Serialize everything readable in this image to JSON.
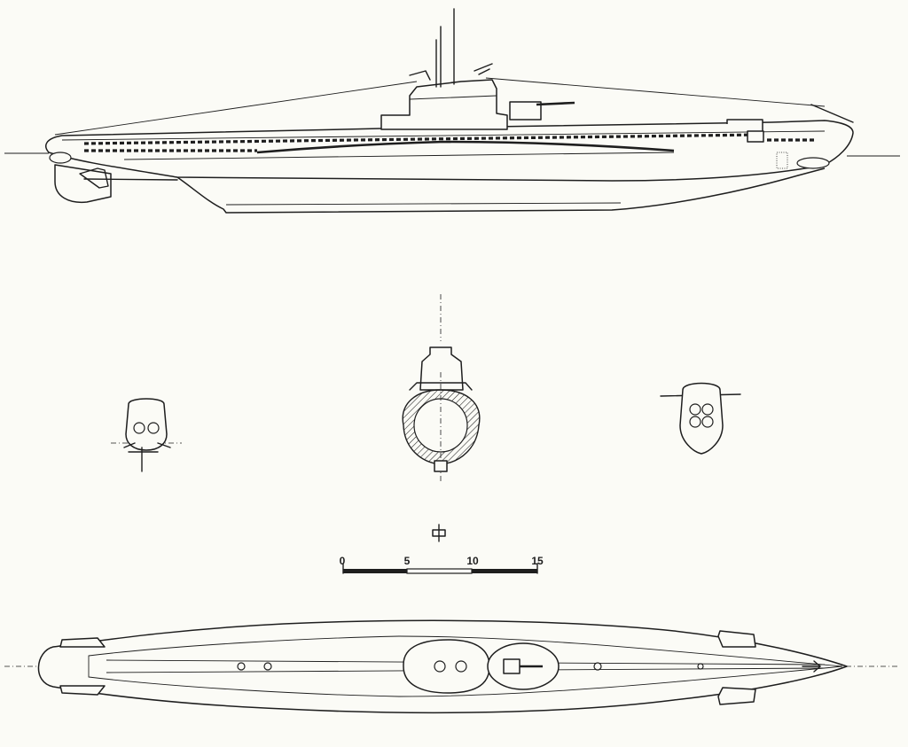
{
  "scale_bar": {
    "ticks": [
      "0",
      "5",
      "10",
      "15"
    ]
  }
}
